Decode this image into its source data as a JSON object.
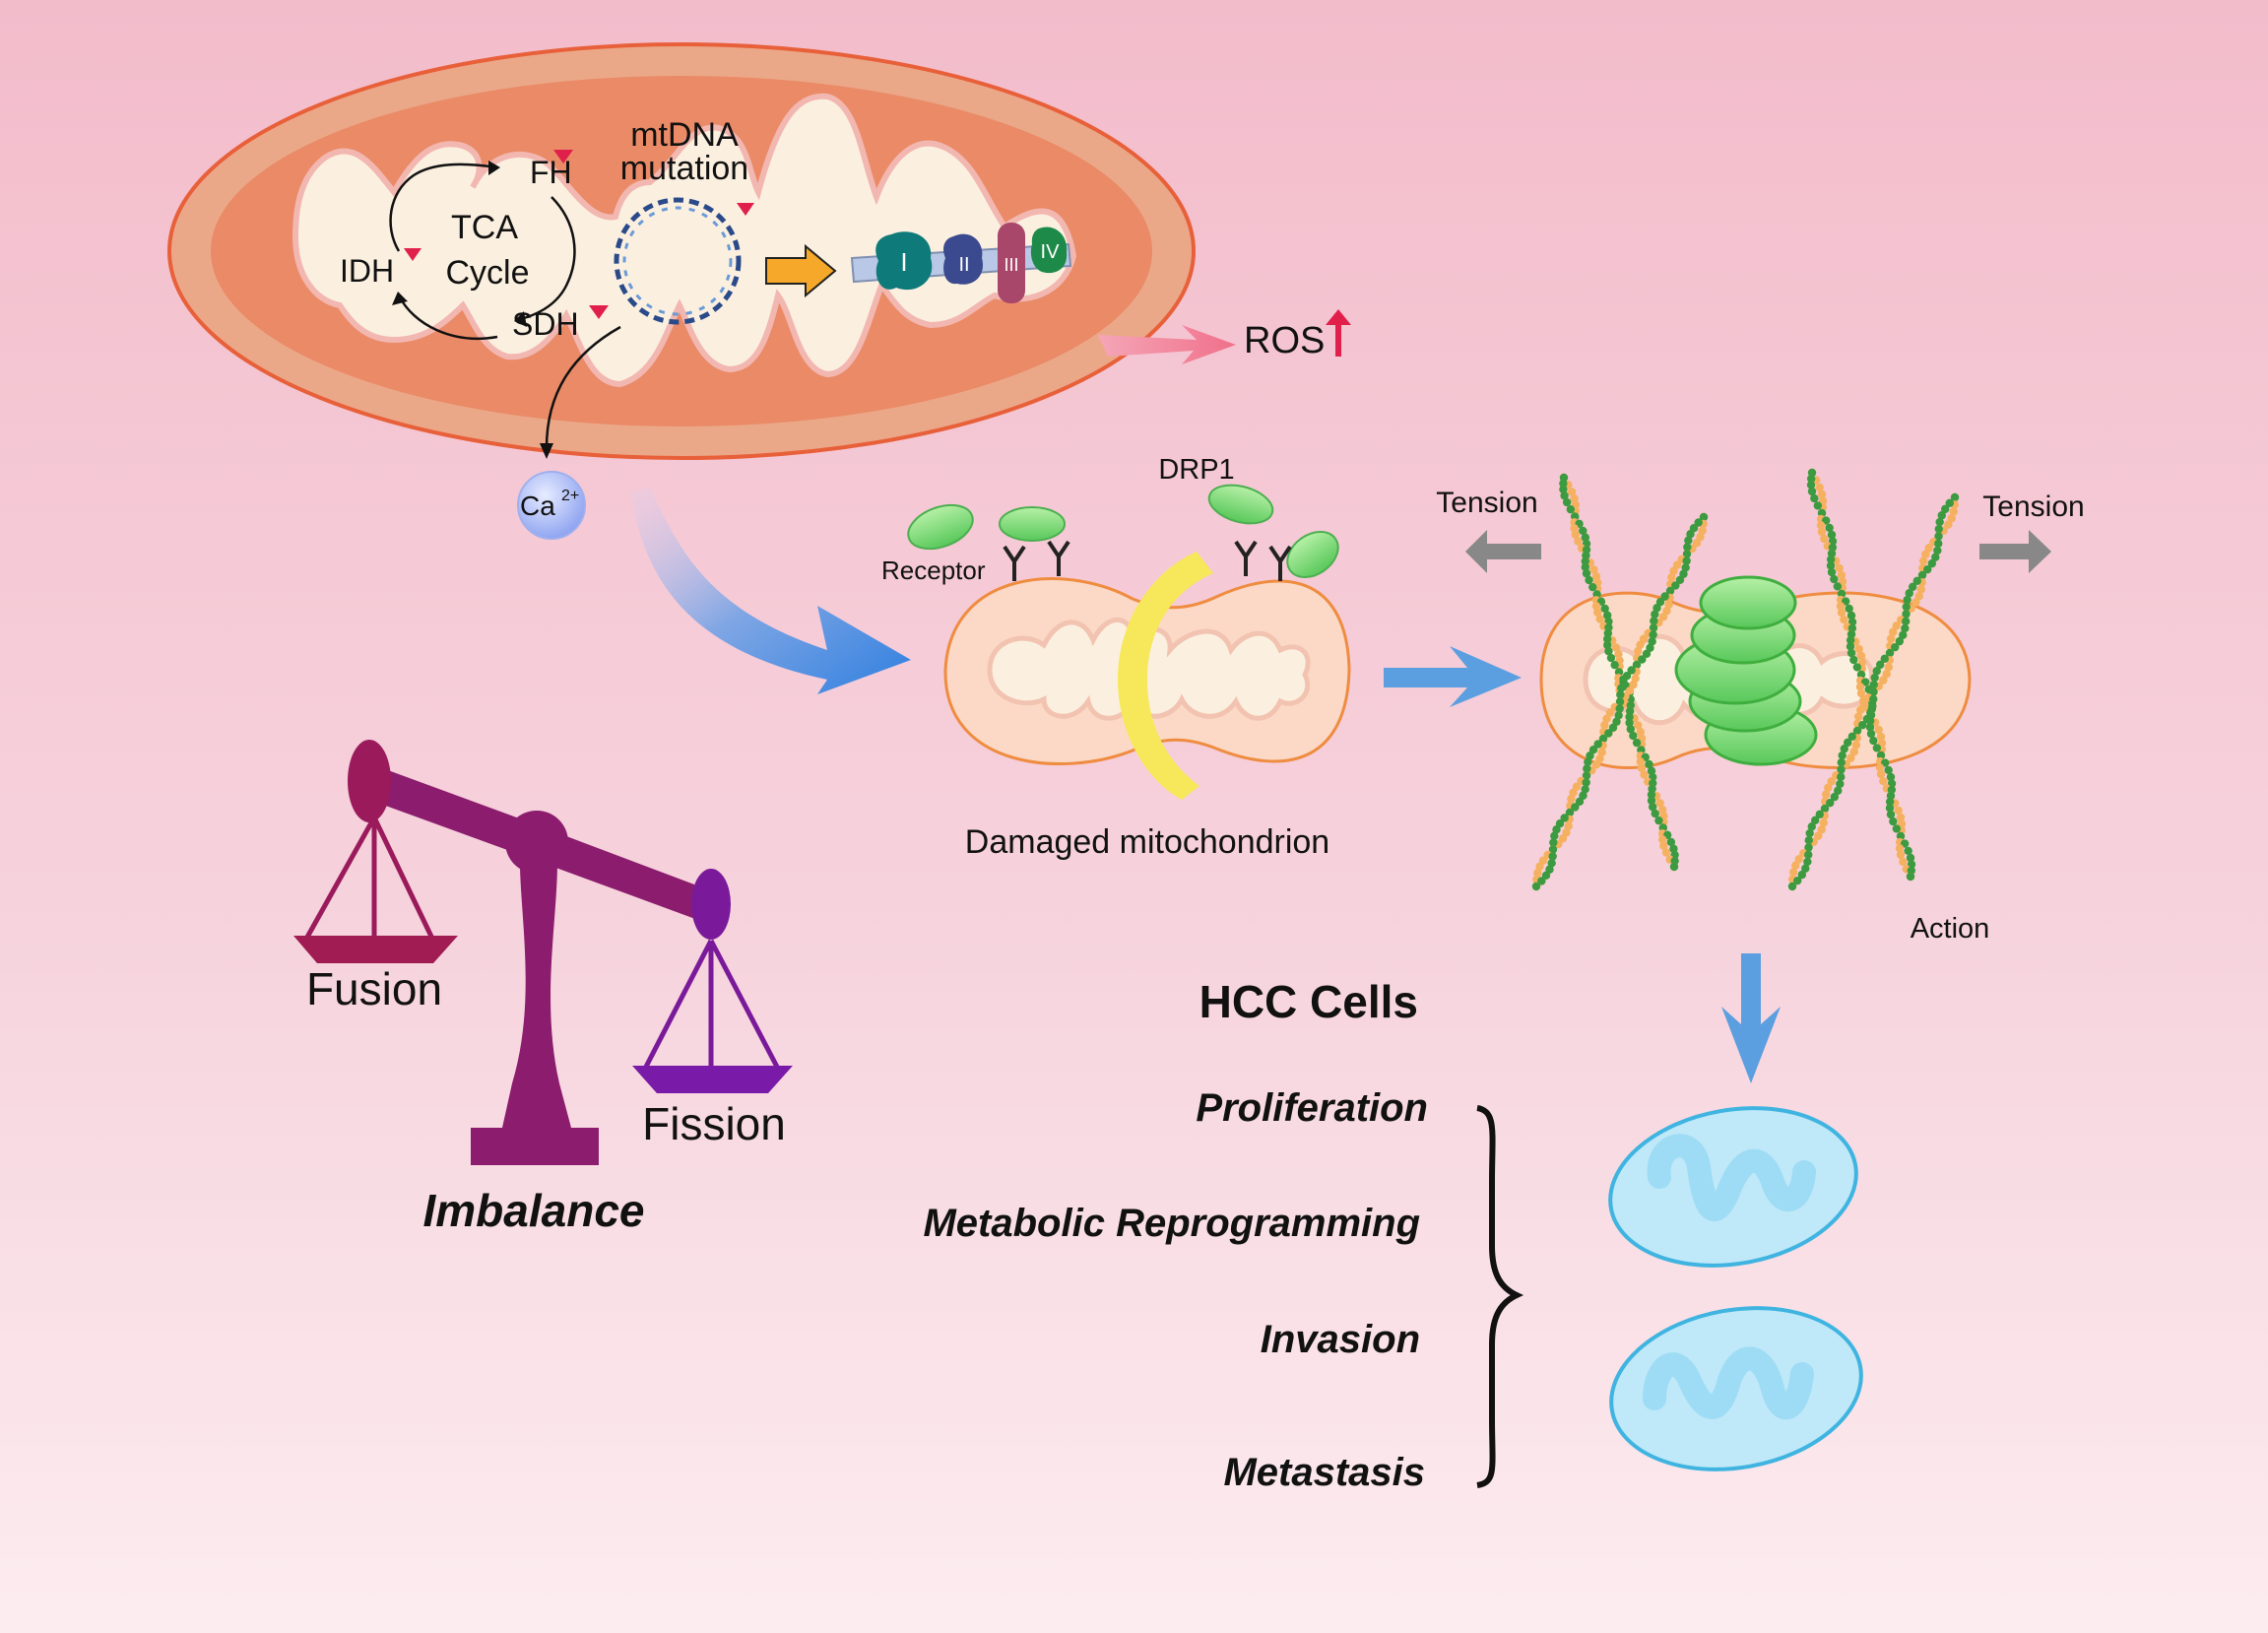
{
  "mito": {
    "fh": "FH",
    "tca_line1": "TCA",
    "tca_line2": "Cycle",
    "idh": "IDH",
    "sdh": "SDH",
    "mtdna_line1": "mtDNA",
    "mtdna_line2": "mutation",
    "complex_1": "I",
    "complex_2": "II",
    "complex_3": "III",
    "complex_4": "IV",
    "ros": "ROS",
    "calcium": "Ca",
    "calcium_sup": "2+"
  },
  "fission": {
    "drp1": "DRP1",
    "receptor": "Receptor",
    "damaged": "Damaged mitochondrion",
    "tension_left": "Tension",
    "tension_right": "Tension",
    "action": "Action"
  },
  "balance": {
    "fusion": "Fusion",
    "fission": "Fission",
    "imbalance": "Imbalance"
  },
  "hcc": {
    "title": "HCC Cells",
    "outcomes": [
      "Proliferation",
      "Metabolic Reprogramming",
      "Invasion",
      "Metastasis"
    ]
  },
  "colors": {
    "mito_outer": "#e8703f",
    "mito_fill": "#ea8a66",
    "mito_inner": "#fbf0e0",
    "drp1": "#7fdc72",
    "ring": "#f6e85a",
    "hcc_mito": "#bfe8f8",
    "scale": "#8b1c6e"
  }
}
